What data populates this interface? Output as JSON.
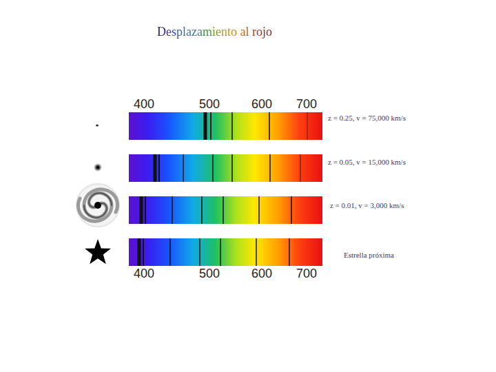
{
  "diagram": {
    "title": "Desplazamiento al rojo",
    "labels": [
      "400",
      "500",
      "600",
      "700",
      "z = 0.25, v = 75,000 km/s",
      "z = 0.05, v = 15,000 km/s",
      "z = 0.01, v = 3,000 km/s",
      "Estrella próxima",
      "400",
      "500",
      "600",
      "700"
    ]
  }
}
